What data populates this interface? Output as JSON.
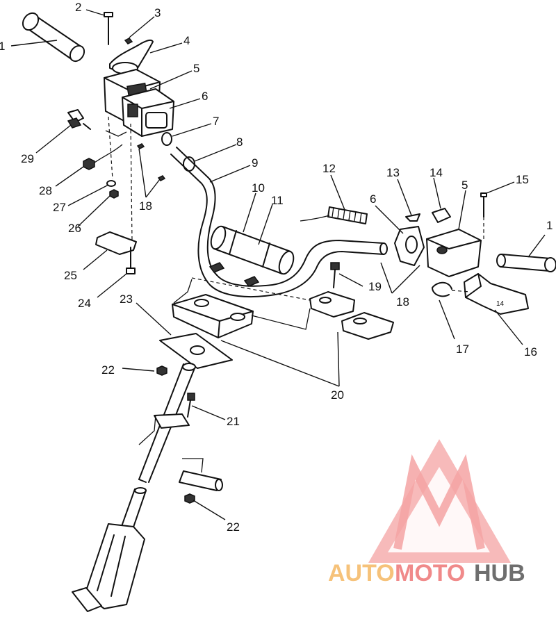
{
  "callouts": [
    "1",
    "2",
    "3",
    "4",
    "5",
    "6",
    "7",
    "8",
    "9",
    "10",
    "11",
    "12",
    "13",
    "14",
    "5",
    "15",
    "1",
    "6",
    "29",
    "28",
    "27",
    "18",
    "26",
    "25",
    "24",
    "23",
    "19",
    "18",
    "17",
    "16",
    "20",
    "22",
    "21",
    "22"
  ],
  "watermark": {
    "part1": "AUTO",
    "part2": "MOTO",
    "part3": "HUB",
    "color_auto": "#f6c27a",
    "color_moto": "#f08a8a",
    "color_hub": "#6e6e6e",
    "logo_color": "#f4a3a3"
  }
}
